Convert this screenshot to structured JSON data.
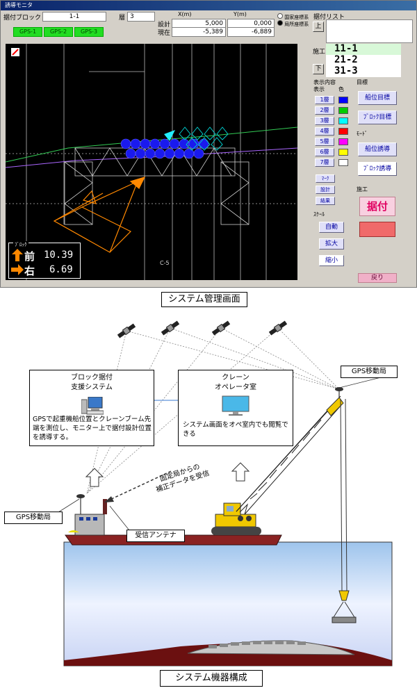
{
  "window": {
    "title": "誘導モニタ",
    "block_label": "据付ブロック",
    "block_value": "1-1",
    "layer_label": "層",
    "layer_value": "3",
    "gps_buttons": [
      "GPS-1",
      "GPS-2",
      "GPS-3"
    ],
    "x_header": "X(m)",
    "y_header": "Y(m)",
    "design_label": "設計",
    "current_label": "現在",
    "design_x": "5,000",
    "design_y": "0,000",
    "current_x": "-5,389",
    "current_y": "-6,889",
    "coord_options": [
      "国家座標系",
      "局所座標系"
    ],
    "list_title": "据付リスト",
    "up_label": "上",
    "down_label": "下",
    "construction_label": "施工",
    "list_items": [
      "11-1",
      "21-2",
      "31-3"
    ],
    "display_header": "表示内容",
    "display_col": "表示",
    "color_col": "色",
    "layers": [
      {
        "label": "1層",
        "color": "#0000ff"
      },
      {
        "label": "2層",
        "color": "#00cc00"
      },
      {
        "label": "3層",
        "color": "#00ffff"
      },
      {
        "label": "4層",
        "color": "#ff0000"
      },
      {
        "label": "5層",
        "color": "#ff00ff"
      },
      {
        "label": "6層",
        "color": "#ffff00"
      },
      {
        "label": "7層",
        "color": "#ffffff"
      }
    ],
    "mark_label": "ﾏｰｸ",
    "design_btn": "設計",
    "result_btn": "結果",
    "target_header": "目標",
    "ship_target_btn": "船位目標",
    "block_target_btn": "ﾌﾞﾛｯｸ目標",
    "mode_header": "ﾓｰﾄﾞ",
    "ship_guide_btn": "船位誘導",
    "block_guide_btn": "ﾌﾞﾛｯｸ誘導",
    "construct_header": "施工",
    "install_btn": "据付",
    "scale_header": "ｽｹｰﾙ",
    "auto_btn": "自動",
    "zoom_in_btn": "拡大",
    "zoom_out_btn": "縮小",
    "back_btn": "戻り",
    "readout_title": "ﾌﾞﾛｯｸ",
    "forward_label": "前",
    "forward_value": "10.39",
    "right_label": "右",
    "right_value": "6.69",
    "map_label_c5": "C-5"
  },
  "captions": {
    "top": "システム管理画面",
    "bottom": "システム機器構成"
  },
  "diagram": {
    "support_system_title": "ブロック据付\n支援システム",
    "support_system_text": "GPSで起重機船位置とクレーンブーム先端を測位し、モニター上で据付設計位置を誘導する。",
    "operator_title": "クレーン\nオペレータ室",
    "operator_text": "システム画面をオペ室内でも閲覧できる",
    "gps_mobile_top": "GPS移動局",
    "gps_mobile_left": "GPS移動局",
    "antenna_label": "受信アンテナ",
    "correction_text": "固定局からの\n補正データを受信"
  }
}
